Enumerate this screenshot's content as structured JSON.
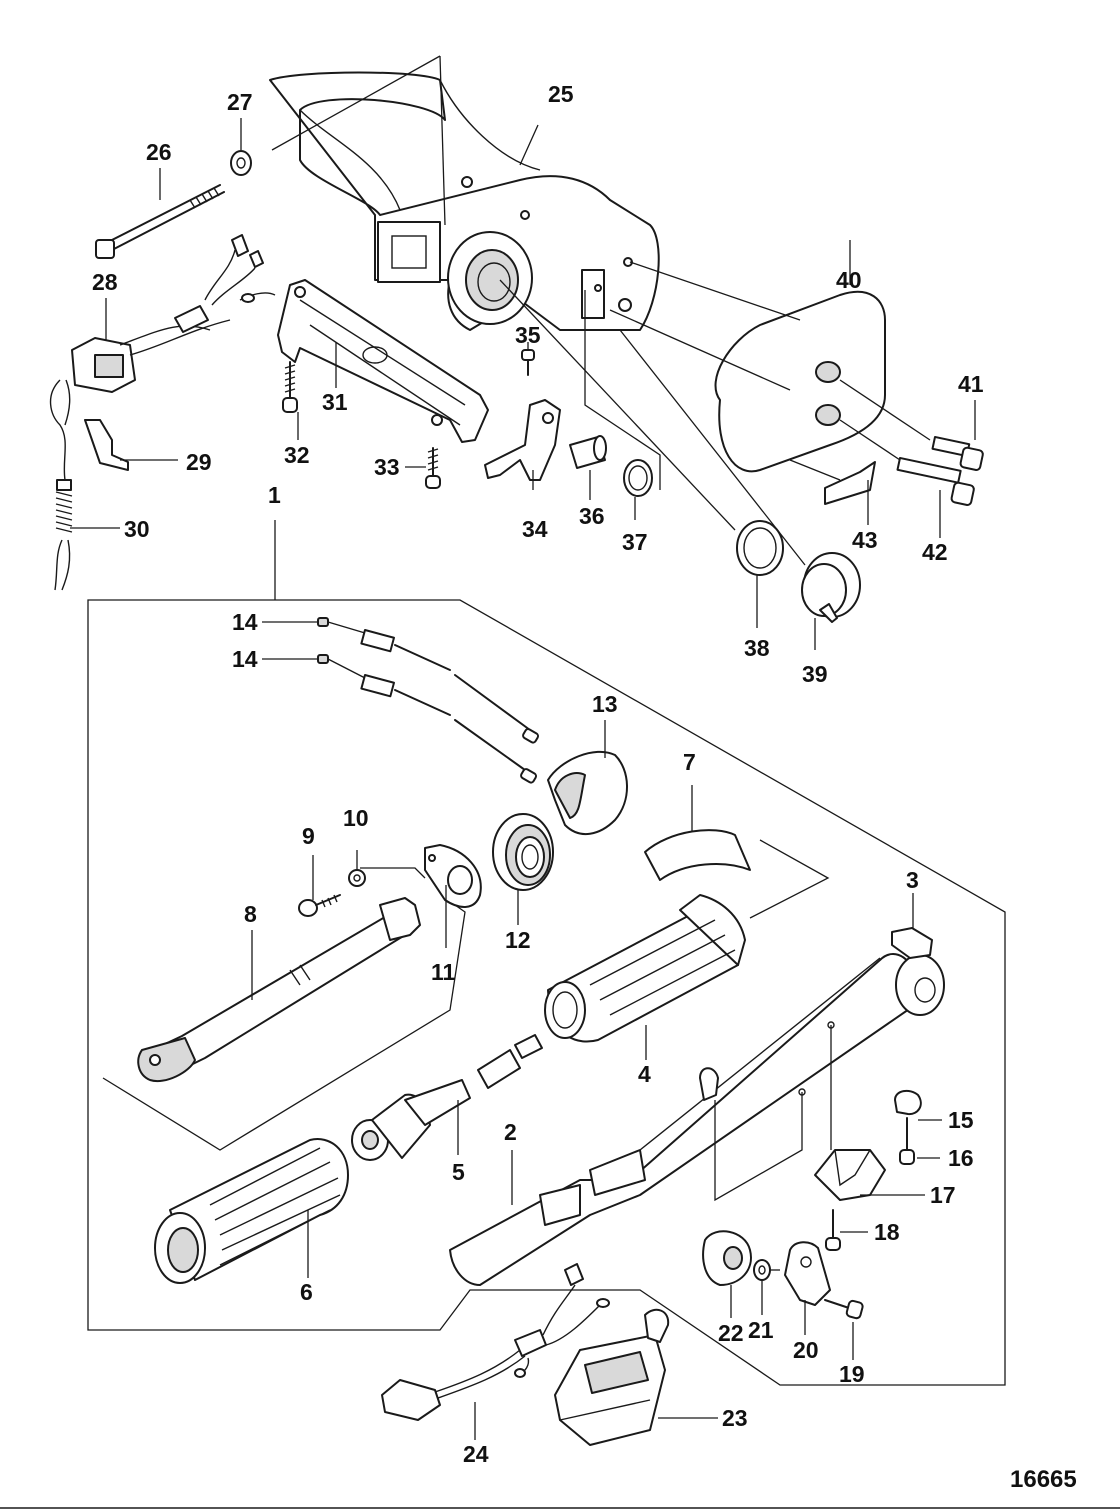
{
  "figure_id": "16665",
  "callouts": {
    "c1": "1",
    "c2": "2",
    "c3": "3",
    "c4": "4",
    "c5": "5",
    "c6": "6",
    "c7": "7",
    "c8": "8",
    "c9": "9",
    "c10": "10",
    "c11": "11",
    "c12": "12",
    "c13": "13",
    "c14a": "14",
    "c14b": "14",
    "c15": "15",
    "c16": "16",
    "c17": "17",
    "c18": "18",
    "c19": "19",
    "c20": "20",
    "c21": "21",
    "c22": "22",
    "c23": "23",
    "c24": "24",
    "c25": "25",
    "c26": "26",
    "c27": "27",
    "c28": "28",
    "c29": "29",
    "c30": "30",
    "c31": "31",
    "c32": "32",
    "c33": "33",
    "c34": "34",
    "c35": "35",
    "c36": "36",
    "c37": "37",
    "c38": "38",
    "c39": "39",
    "c40": "40",
    "c41": "41",
    "c42": "42",
    "c43": "43"
  }
}
